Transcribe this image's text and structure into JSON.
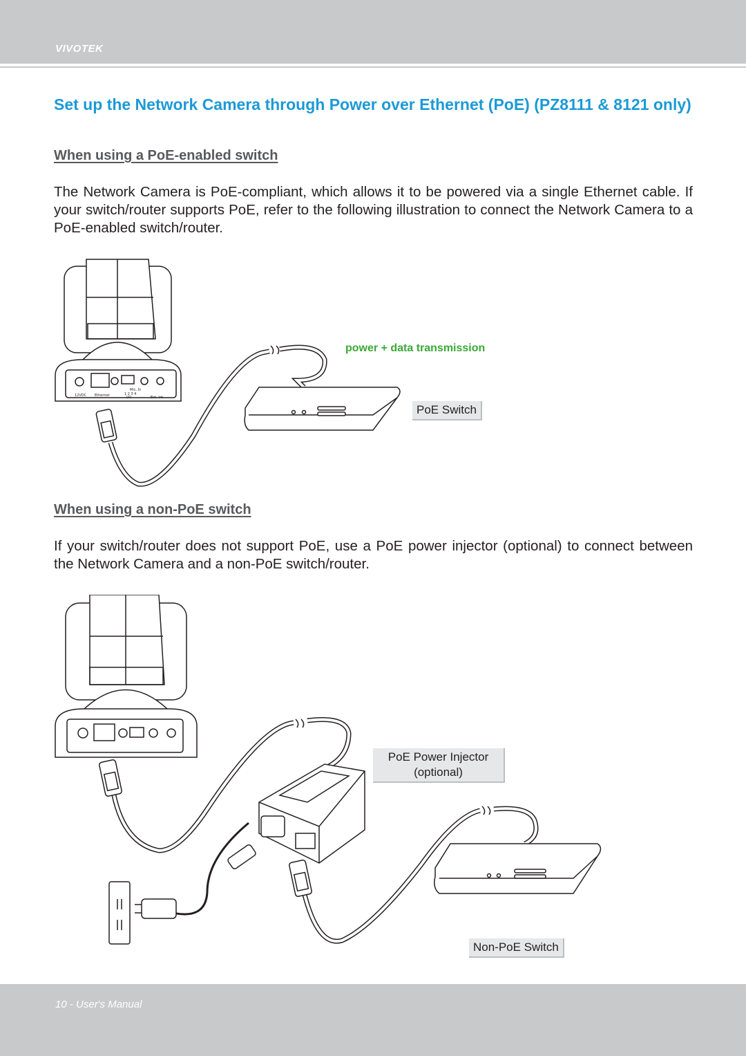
{
  "header": {
    "brand": "VIVOTEK"
  },
  "title": "Set up the Network Camera through Power over Ethernet (PoE) (PZ8111 & 8121 only)",
  "section1": {
    "heading": "When using a PoE-enabled switch",
    "body": "The Network Camera is PoE-compliant, which allows it to be powered via a single Ethernet cable. If your switch/router supports PoE, refer to the following illustration to connect the Network Camera to a PoE-enabled switch/router.",
    "diagram": {
      "transmission_label": "power + data transmission",
      "switch_label": "PoE Switch",
      "camera_port_labels": [
        "12VDC",
        "Ethernet",
        "Mic. In",
        "1 2 3 4",
        "I/O",
        "Ext. Int."
      ]
    }
  },
  "section2": {
    "heading": "When using a non-PoE switch",
    "body": "If your switch/router does not support PoE, use a PoE power injector (optional) to connect between the Network Camera and a non-PoE switch/router.",
    "diagram": {
      "injector_label_line1": "PoE Power Injector",
      "injector_label_line2": "(optional)",
      "switch_label": "Non-PoE Switch"
    }
  },
  "footer": {
    "page": "10 - User's Manual"
  },
  "colors": {
    "accent": "#1b9ad6",
    "green": "#3aa935",
    "bar": "#c8c9ca"
  }
}
